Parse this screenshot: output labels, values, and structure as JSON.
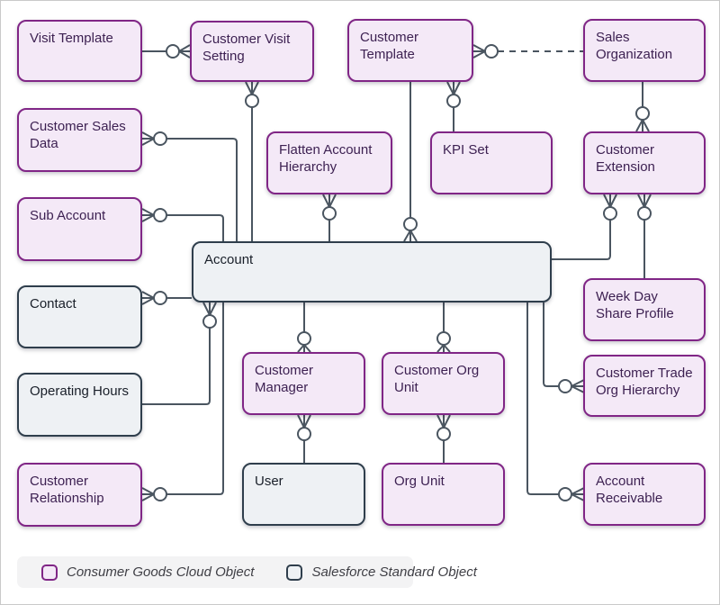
{
  "entities": [
    {
      "id": "visit-template",
      "label": "Visit Template",
      "type": "consumer-goods-cloud"
    },
    {
      "id": "customer-visit-setting",
      "label": "Customer Visit Setting",
      "type": "consumer-goods-cloud"
    },
    {
      "id": "customer-template",
      "label": "Customer Template",
      "type": "consumer-goods-cloud"
    },
    {
      "id": "sales-organization",
      "label": "Sales Organization",
      "type": "consumer-goods-cloud"
    },
    {
      "id": "customer-sales-data",
      "label": "Customer Sales Data",
      "type": "consumer-goods-cloud"
    },
    {
      "id": "flatten-account-hierarchy",
      "label": "Flatten Account Hierarchy",
      "type": "consumer-goods-cloud"
    },
    {
      "id": "kpi-set",
      "label": "KPI Set",
      "type": "consumer-goods-cloud"
    },
    {
      "id": "customer-extension",
      "label": "Customer Extension",
      "type": "consumer-goods-cloud"
    },
    {
      "id": "sub-account",
      "label": "Sub Account",
      "type": "consumer-goods-cloud"
    },
    {
      "id": "account",
      "label": "Account",
      "type": "salesforce-standard"
    },
    {
      "id": "contact",
      "label": "Contact",
      "type": "salesforce-standard"
    },
    {
      "id": "week-day-share-profile",
      "label": "Week Day Share Profile",
      "type": "consumer-goods-cloud"
    },
    {
      "id": "operating-hours",
      "label": "Operating Hours",
      "type": "salesforce-standard"
    },
    {
      "id": "customer-manager",
      "label": "Customer Manager",
      "type": "consumer-goods-cloud"
    },
    {
      "id": "customer-org-unit",
      "label": "Customer Org Unit",
      "type": "consumer-goods-cloud"
    },
    {
      "id": "customer-trade-org-hierarchy",
      "label": "Customer Trade Org Hierarchy",
      "type": "consumer-goods-cloud"
    },
    {
      "id": "customer-relationship",
      "label": "Customer Relationship",
      "type": "consumer-goods-cloud"
    },
    {
      "id": "user",
      "label": "User",
      "type": "salesforce-standard"
    },
    {
      "id": "org-unit",
      "label": "Org Unit",
      "type": "consumer-goods-cloud"
    },
    {
      "id": "account-receivable",
      "label": "Account Receivable",
      "type": "consumer-goods-cloud"
    }
  ],
  "relationships": [
    {
      "from": "Visit Template",
      "to": "Customer Visit Setting",
      "line": "solid",
      "marker": "zero-or-many",
      "marker_end": "Customer Visit Setting"
    },
    {
      "from": "Customer Visit Setting",
      "to": "Account",
      "line": "solid",
      "marker": "zero-or-many",
      "marker_end": "Customer Visit Setting"
    },
    {
      "from": "Customer Template",
      "to": "Sales Organization",
      "line": "dashed",
      "marker": "zero-or-many",
      "marker_end": "Customer Template"
    },
    {
      "from": "Customer Template",
      "to": "Account",
      "line": "solid",
      "marker": "zero-or-many",
      "marker_end": "Account"
    },
    {
      "from": "Customer Template",
      "to": "KPI Set",
      "line": "solid",
      "marker": "zero-or-many",
      "marker_end": "Customer Template"
    },
    {
      "from": "Sales Organization",
      "to": "Customer Extension",
      "line": "solid",
      "marker": "zero-or-many",
      "marker_end": "Customer Extension"
    },
    {
      "from": "Flatten Account Hierarchy",
      "to": "Account",
      "line": "solid",
      "marker": "zero-or-many",
      "marker_end": "Flatten Account Hierarchy"
    },
    {
      "from": "Customer Sales Data",
      "to": "Account",
      "line": "solid",
      "marker": "zero-or-many",
      "marker_end": "Customer Sales Data"
    },
    {
      "from": "Sub Account",
      "to": "Account",
      "line": "solid",
      "marker": "zero-or-many",
      "marker_end": "Sub Account"
    },
    {
      "from": "Contact",
      "to": "Account",
      "line": "solid",
      "marker": "zero-or-many",
      "marker_end": "Contact"
    },
    {
      "from": "Account",
      "to": "Operating Hours",
      "line": "solid",
      "marker": "zero-or-many",
      "marker_end": "Account"
    },
    {
      "from": "Account",
      "to": "Customer Relationship",
      "line": "solid",
      "marker": "zero-or-many",
      "marker_end": "Customer Relationship"
    },
    {
      "from": "Account",
      "to": "Customer Manager",
      "line": "solid",
      "marker": "zero-or-many",
      "marker_end": "Customer Manager"
    },
    {
      "from": "Customer Manager",
      "to": "User",
      "line": "solid",
      "marker": "zero-or-many",
      "marker_end": "Customer Manager"
    },
    {
      "from": "Account",
      "to": "Customer Org Unit",
      "line": "solid",
      "marker": "zero-or-many",
      "marker_end": "Customer Org Unit"
    },
    {
      "from": "Customer Org Unit",
      "to": "Org Unit",
      "line": "solid",
      "marker": "zero-or-many",
      "marker_end": "Customer Org Unit"
    },
    {
      "from": "Account",
      "to": "Customer Extension",
      "line": "solid",
      "marker": "zero-or-many",
      "marker_end": "Customer Extension"
    },
    {
      "from": "Customer Extension",
      "to": "Week Day Share Profile",
      "line": "solid",
      "marker": "zero-or-many",
      "marker_end": "Customer Extension"
    },
    {
      "from": "Account",
      "to": "Customer Trade Org Hierarchy",
      "line": "solid",
      "marker": "zero-or-many",
      "marker_end": "Customer Trade Org Hierarchy"
    },
    {
      "from": "Account",
      "to": "Account Receivable",
      "line": "solid",
      "marker": "zero-or-many",
      "marker_end": "Account Receivable"
    }
  ],
  "legend": {
    "items": [
      {
        "label": "Consumer Goods Cloud Object",
        "type": "consumer-goods-cloud"
      },
      {
        "label": "Salesforce Standard Object",
        "type": "salesforce-standard"
      }
    ]
  },
  "colors": {
    "consumer_goods_border": "#802686",
    "consumer_goods_fill": "#f4e9f7",
    "standard_border": "#2f3e4c",
    "standard_fill": "#eef1f4",
    "connector": "#4a5560",
    "legend_background": "#f3f3f4"
  }
}
